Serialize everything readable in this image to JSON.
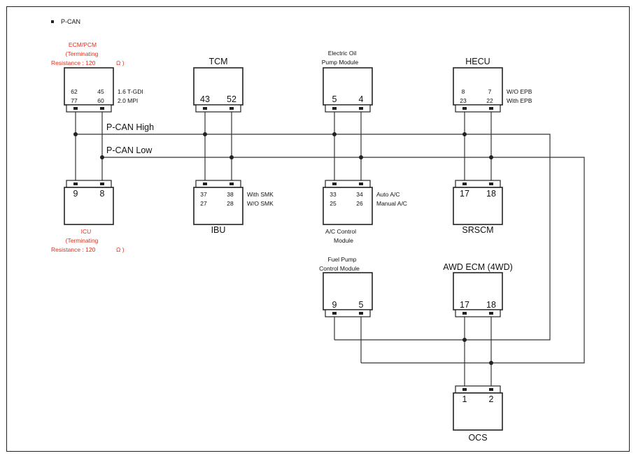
{
  "title": "P-CAN",
  "bus": {
    "high_label": "P-CAN High",
    "low_label": "P-CAN Low"
  },
  "ecm": {
    "name": "ECM/PCM",
    "note_line1": "(Terminating",
    "note_line2": "Resistance : 120",
    "note_unit": "Ω )",
    "pins_row1": [
      "62",
      "45"
    ],
    "pins_row2": [
      "77",
      "60"
    ],
    "variant1": "1.6 T-GDI",
    "variant2": "2.0 MPI"
  },
  "tcm": {
    "name": "TCM",
    "pins": [
      "43",
      "52"
    ]
  },
  "eopm": {
    "name_line1": "Electric Oil",
    "name_line2": "Pump Module",
    "pins": [
      "5",
      "4"
    ]
  },
  "hecu": {
    "name": "HECU",
    "pins_row1": [
      "8",
      "7"
    ],
    "pins_row2": [
      "23",
      "22"
    ],
    "variant1": "W/O EPB",
    "variant2": "With EPB"
  },
  "icu": {
    "name": "ICU",
    "note_line1": "(Terminating",
    "note_line2": "Resistance : 120",
    "note_unit": "Ω )",
    "pins": [
      "9",
      "8"
    ]
  },
  "ibu": {
    "name": "IBU",
    "pins_row1": [
      "37",
      "38"
    ],
    "pins_row2": [
      "27",
      "28"
    ],
    "variant1": "With SMK",
    "variant2": "W/O SMK"
  },
  "acm": {
    "name_line1": "A/C Control",
    "name_line2": "Module",
    "pins_row1": [
      "33",
      "34"
    ],
    "pins_row2": [
      "25",
      "26"
    ],
    "variant1": "Auto A/C",
    "variant2": "Manual A/C"
  },
  "srscm": {
    "name": "SRSCM",
    "pins": [
      "17",
      "18"
    ]
  },
  "fpcm": {
    "name_line1": "Fuel Pump",
    "name_line2": "Control Module",
    "pins": [
      "9",
      "5"
    ]
  },
  "awd": {
    "name": "AWD ECM (4WD)",
    "pins": [
      "17",
      "18"
    ]
  },
  "ocs": {
    "name": "OCS",
    "pins": [
      "1",
      "2"
    ]
  }
}
